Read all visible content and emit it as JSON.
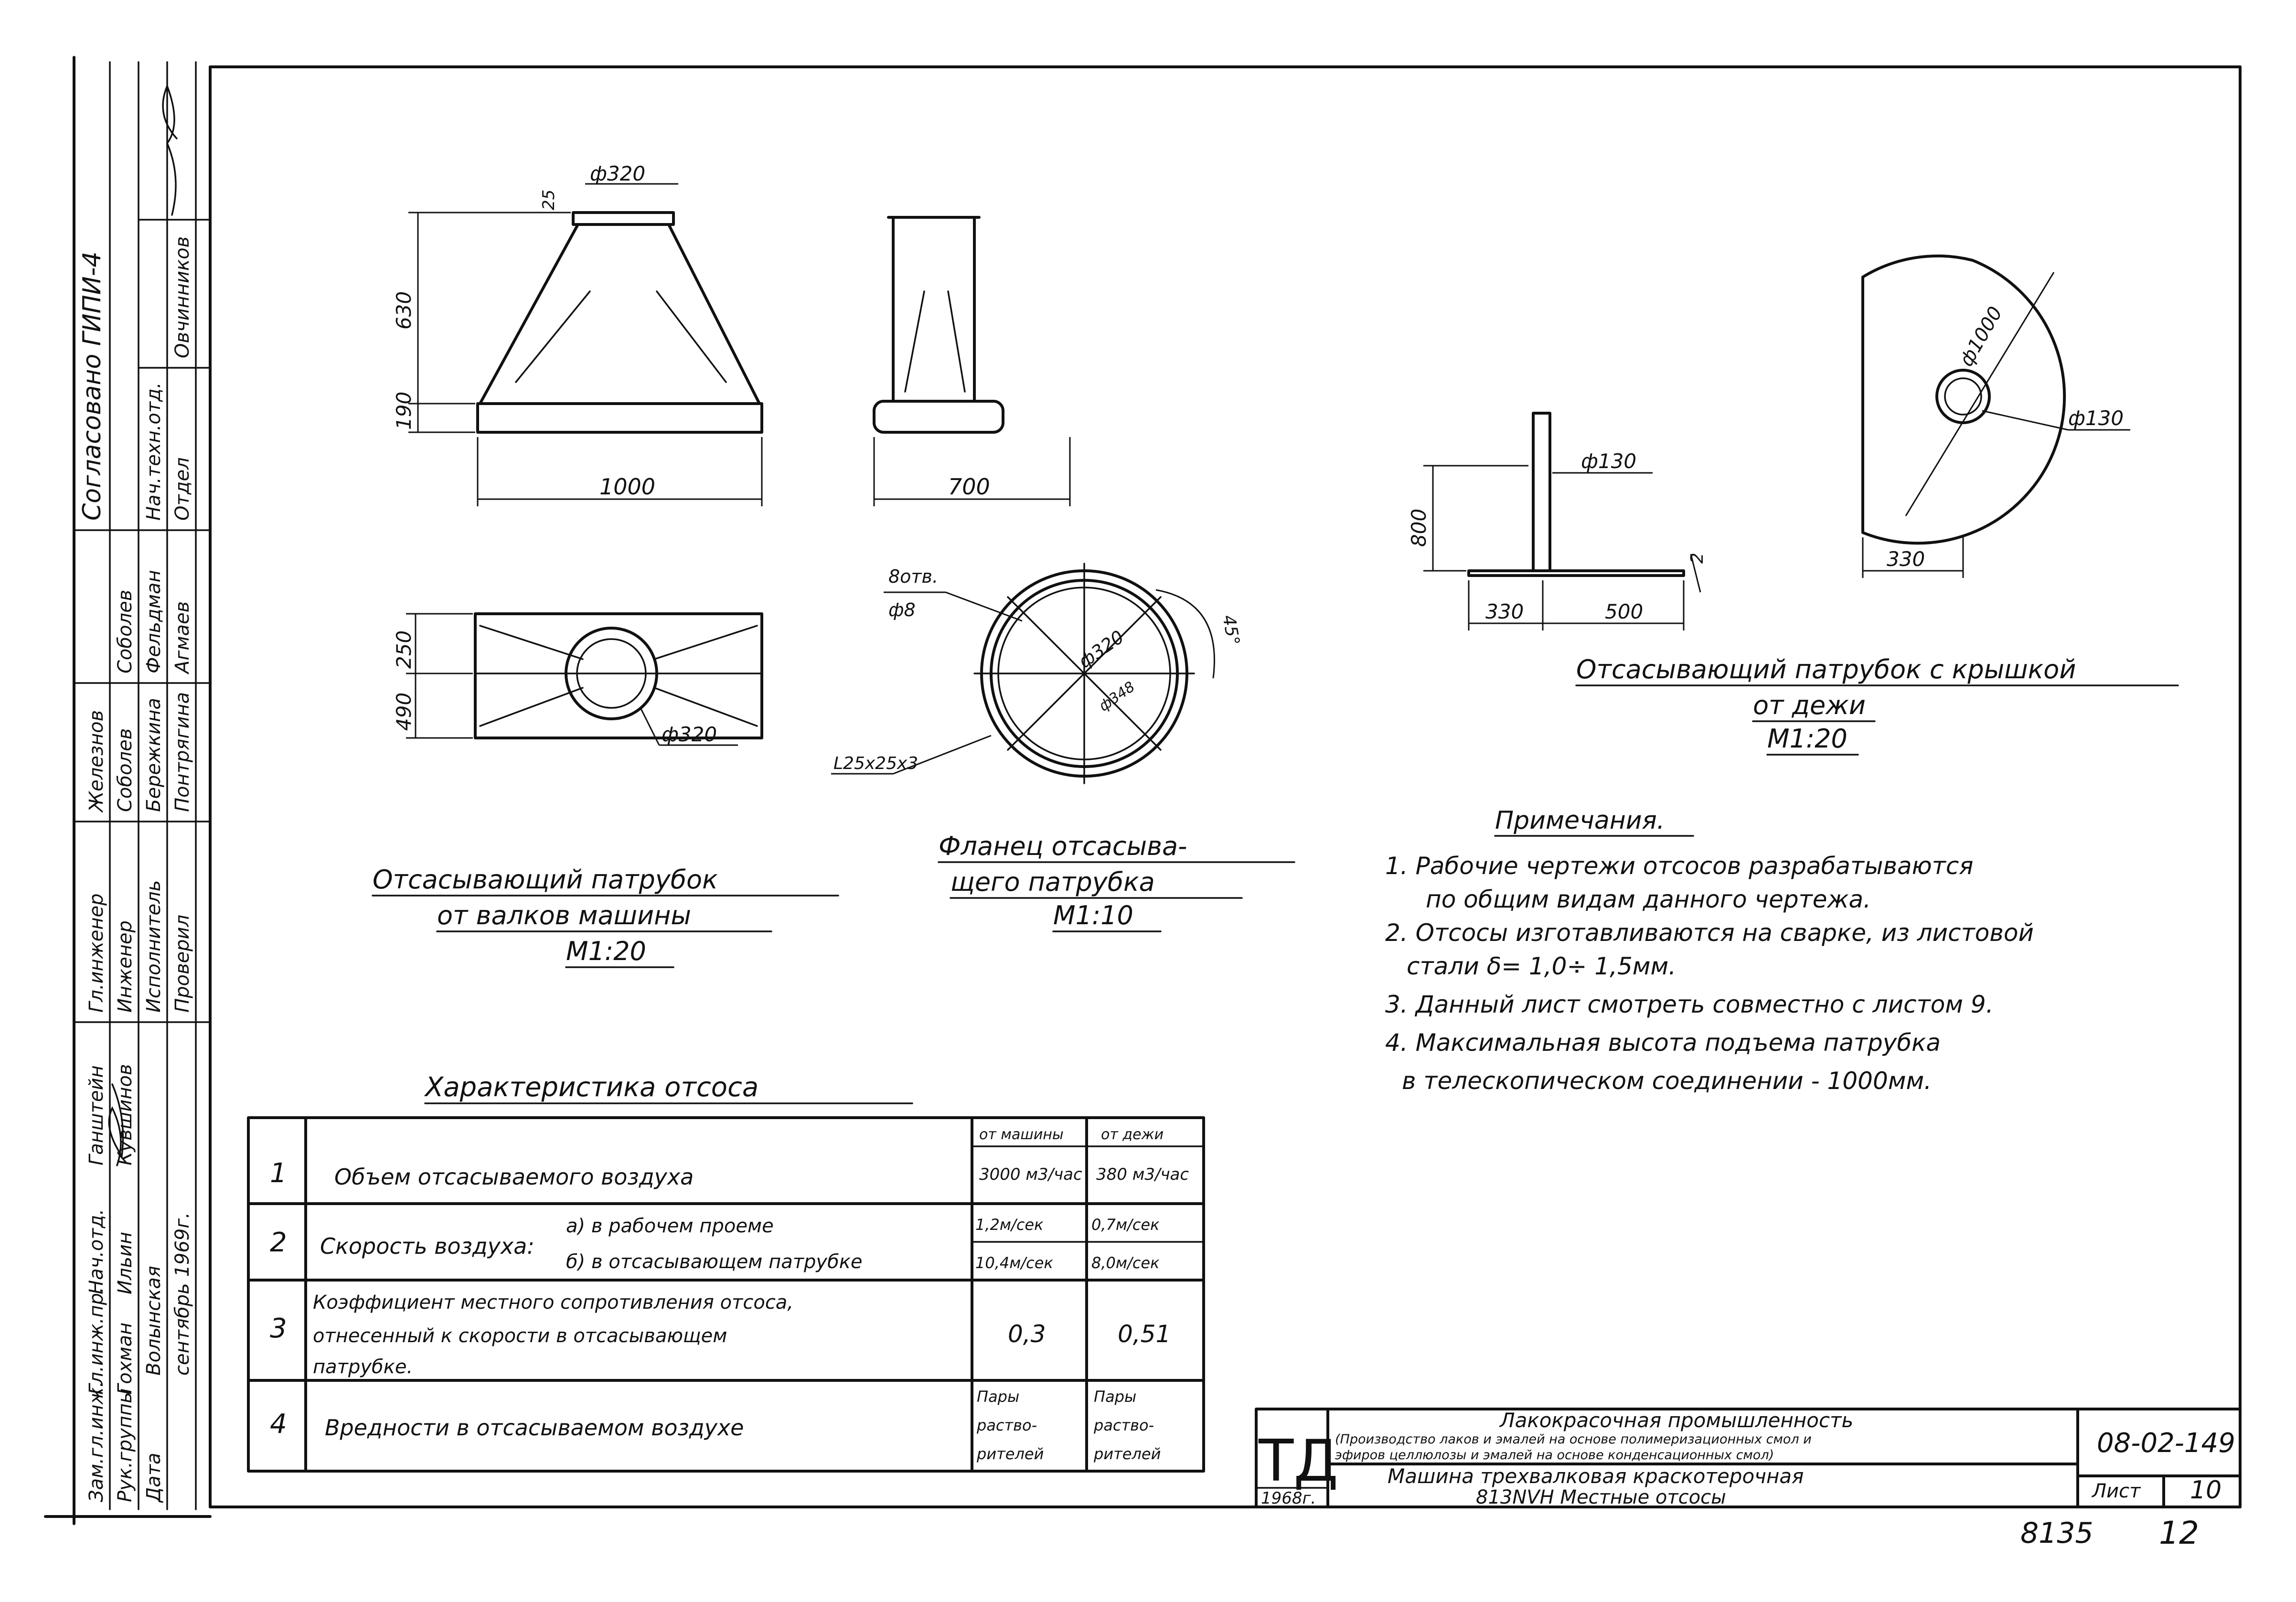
{
  "side_stamp": {
    "agreed_title": "Согласовано ГИПИ-4",
    "columns": [
      [
        "Зам.гл.инж.",
        "Гл.инж.пр.",
        "Нач.отд.",
        "Рук.группы",
        "Дата"
      ],
      [
        "Ганштейн",
        "Кувшинов",
        "Ильин",
        "Гохман",
        "Волынская"
      ],
      [
        "Гл.инженер",
        "Инженер",
        "Исполнитель",
        "Проверил"
      ],
      [
        "Железнов",
        "Соболев",
        "Бережкина",
        "Понтрягина"
      ],
      [
        "Соболев",
        "Фельдман",
        "Агмаев"
      ],
      [
        "Нач.техн.отд.",
        "Отдел",
        "Овчинников"
      ]
    ],
    "date_text": "сентябрь 1969г."
  },
  "views": {
    "hood_machine": {
      "caption_line1": "Отсасывающий патрубок",
      "caption_line2": "от валков машины",
      "scale": "М1:20",
      "dims": {
        "d_top": "ф320",
        "h_flange": "25",
        "h_cone": "630",
        "h_base": "190",
        "width": "1000",
        "depth": "700",
        "plan_a": "250",
        "plan_b": "490",
        "plan_d": "ф320"
      }
    },
    "flange": {
      "caption_line1": "Фланец отсасыва-",
      "caption_line2": "щего патрубка",
      "scale": "М1:10",
      "dims": {
        "holes_count": "8отв.",
        "holes_d": "ф8",
        "angle": "45°",
        "d_inner": "ф320",
        "d_bolt": "ф348",
        "angle_profile": "L25x25x3"
      }
    },
    "hood_bath": {
      "caption_line1": "Отсасывающий патрубок с крышкой",
      "caption_line2": "от дежи",
      "scale": "М1:20",
      "dims": {
        "d_pipe": "ф130",
        "height": "800",
        "t": "2",
        "a": "330",
        "b": "500",
        "d_cover": "ф1000",
        "d_pipe_plan": "ф130",
        "plan_a": "330"
      }
    }
  },
  "notes": {
    "title": "Примечания.",
    "items": [
      "1. Рабочие чертежи отсосов разрабатываются",
      "по общим видам данного чертежа.",
      "2. Отсосы изготавливаются на сварке, из листовой",
      "стали δ= 1,0÷ 1,5мм.",
      "3. Данный лист смотреть совместно с листом 9.",
      "4. Максимальная высота подъема патрубка",
      "в телескопическом соединении - 1000мм."
    ]
  },
  "characteristics": {
    "title": "Характеристика отсоса",
    "col_headers": [
      "от машины",
      "от дежи"
    ],
    "rows": [
      {
        "num": "1",
        "label": "Объем отсасываемого воздуха",
        "a": "3000 м3/час",
        "b": "380 м3/час"
      },
      {
        "num": "2",
        "label": "Скорость воздуха:",
        "sub1": "а) в рабочем проеме",
        "sub2": "б) в отсасывающем патрубке",
        "a1": "1,2м/сек",
        "b1": "0,7м/сек",
        "a2": "10,4м/сек",
        "b2": "8,0м/сек"
      },
      {
        "num": "3",
        "label_line1": "Коэффициент местного сопротивления отсоса,",
        "label_line2": "отнесенный к скорости в отсасывающем",
        "label_line3": "патрубке.",
        "a": "0,3",
        "b": "0,51"
      },
      {
        "num": "4",
        "label": "Вредности в отсасываемом воздухе",
        "a_line1": "Пары",
        "a_line2": "раство-",
        "a_line3": "рителей",
        "b_line1": "Пары",
        "b_line2": "раство-",
        "b_line3": "рителей"
      }
    ]
  },
  "title_block": {
    "logo": "ТД",
    "year": "1968г.",
    "industry": "Лакокрасочная промышленность",
    "industry_sub1": "(Производство лаков и эмалей на основе полимеризационных смол и",
    "industry_sub2": "эфиров целлюлозы и эмалей на основе конденсационных смол)",
    "machine_line1": "Машина трехвалковая краскотерочная",
    "machine_line2": "813NVH   Местные отсосы",
    "doc_code": "08-02-149",
    "sheet_label": "Лист",
    "sheet_no": "10",
    "archive_no": "8135",
    "page_no": "12"
  }
}
